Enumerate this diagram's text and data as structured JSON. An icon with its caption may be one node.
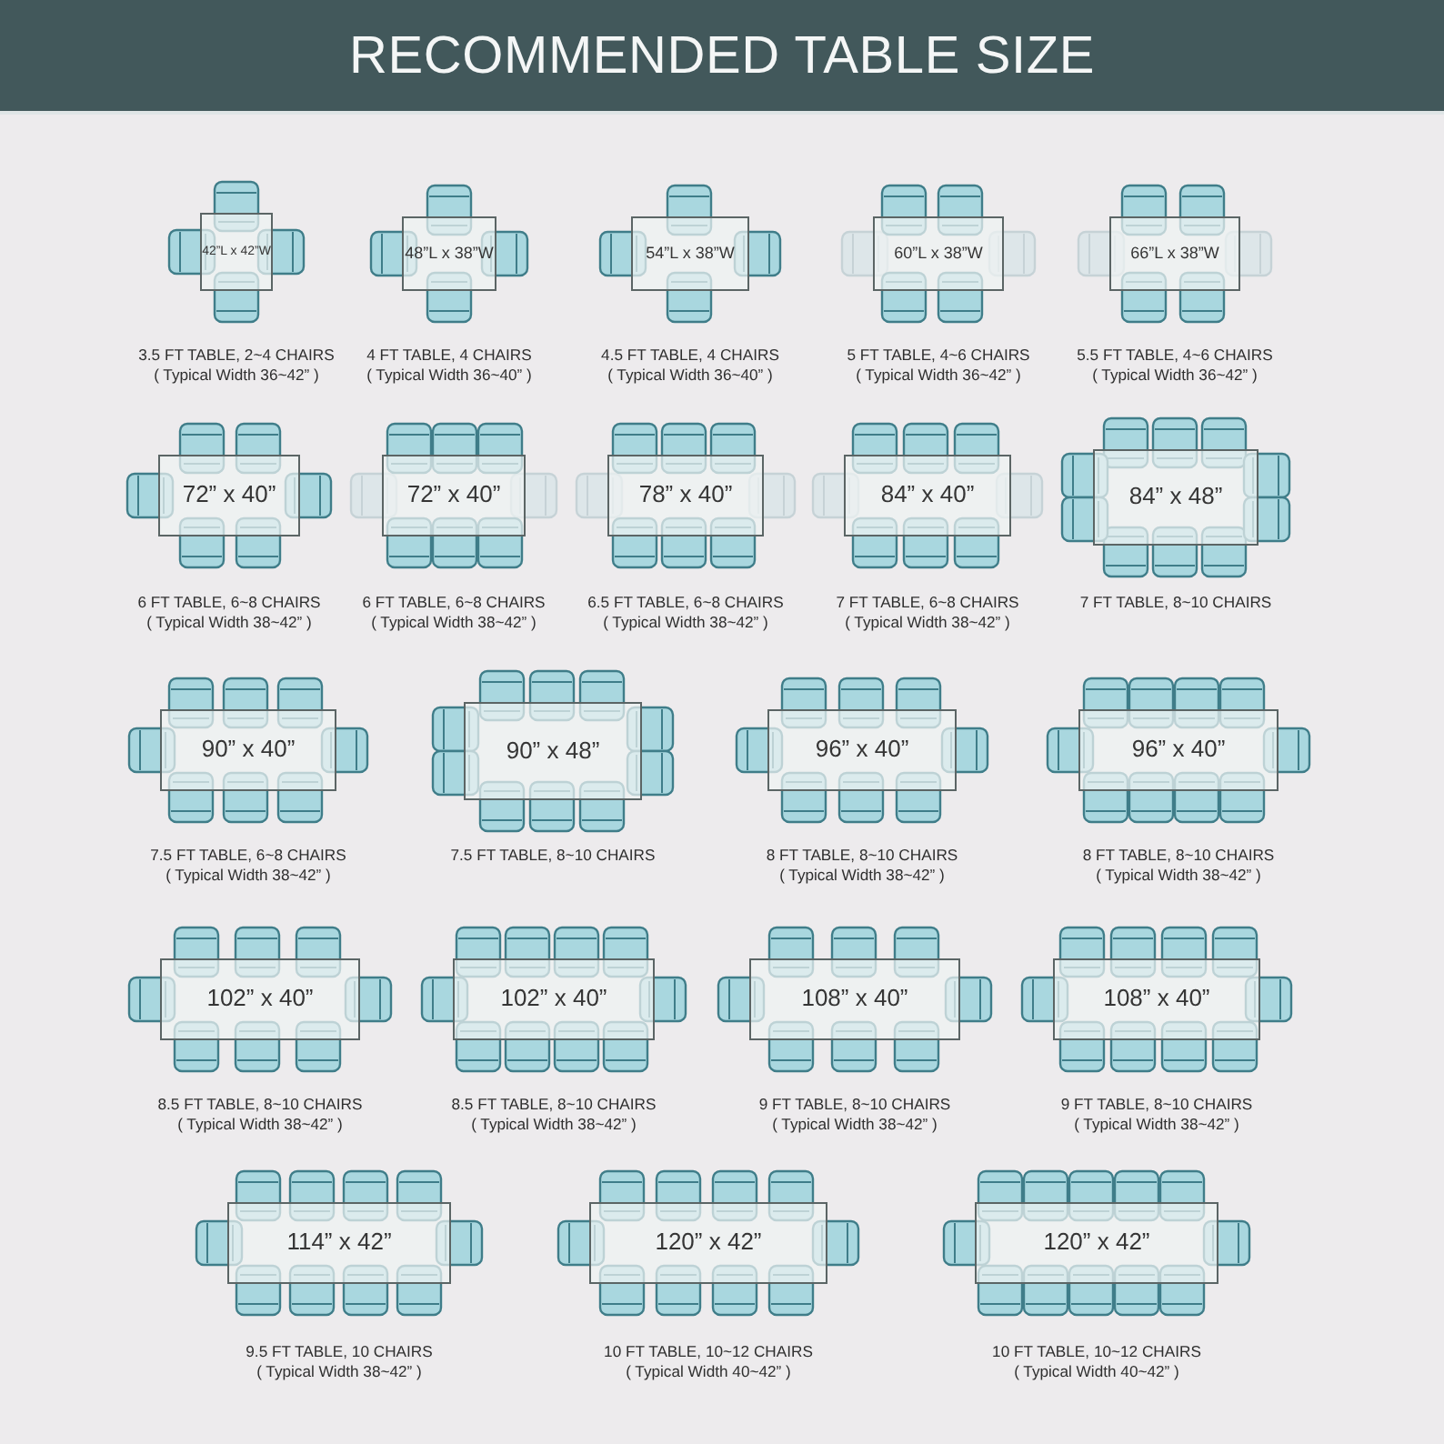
{
  "diagram": {
    "title": "RECOMMENDED TABLE SIZE",
    "nodes": [
      {
        "text": [
          "42”L x 42”W"
        ],
        "beside": [
          "3.5 FT TABLE, 2~4 CHAIRS",
          "( Typical Width 36~42” )"
        ]
      },
      {
        "text": [
          "48”L x 38”W"
        ],
        "beside": [
          "4 FT TABLE, 4 CHAIRS",
          "( Typical Width 36~40” )"
        ]
      },
      {
        "text": [
          "54”L x 38”W"
        ],
        "beside": [
          "4.5 FT TABLE, 4 CHAIRS",
          "( Typical Width 36~40” )"
        ]
      },
      {
        "text": [
          "60”L x 38”W"
        ],
        "beside": [
          "5 FT TABLE, 4~6 CHAIRS",
          "( Typical Width 36~42” )"
        ]
      },
      {
        "text": [
          "66”L x 38”W"
        ],
        "beside": [
          "5.5 FT TABLE, 4~6 CHAIRS",
          "( Typical Width 36~42” )"
        ]
      },
      {
        "text": [
          "72” x 40”"
        ],
        "beside": [
          "6 FT TABLE, 6~8 CHAIRS",
          "( Typical Width 38~42” )"
        ]
      },
      {
        "text": [
          "72” x 40”"
        ],
        "beside": [
          "6 FT TABLE, 6~8 CHAIRS",
          "( Typical Width 38~42” )"
        ]
      },
      {
        "text": [
          "78” x 40”"
        ],
        "beside": [
          "6.5 FT TABLE, 6~8 CHAIRS",
          "( Typical Width 38~42” )"
        ]
      },
      {
        "text": [
          "84” x 40”"
        ],
        "beside": [
          "7 FT TABLE, 6~8 CHAIRS",
          "( Typical Width 38~42” )"
        ]
      },
      {
        "text": [
          "84” x 48”"
        ],
        "beside": [
          "7 FT TABLE, 8~10 CHAIRS"
        ]
      },
      {
        "text": [
          "90” x 40”"
        ],
        "beside": [
          "7.5 FT TABLE, 6~8 CHAIRS",
          "( Typical Width 38~42” )"
        ]
      },
      {
        "text": [
          "90” x 48”"
        ],
        "beside": [
          "7.5 FT TABLE, 8~10 CHAIRS"
        ]
      },
      {
        "text": [
          "96” x 40”"
        ],
        "beside": [
          "8 FT TABLE, 8~10 CHAIRS",
          "( Typical Width 38~42” )"
        ]
      },
      {
        "text": [
          "96” x 40”"
        ],
        "beside": [
          "8 FT TABLE, 8~10 CHAIRS",
          "( Typical Width 38~42” )"
        ]
      },
      {
        "text": [
          "102” x 40”"
        ],
        "beside": [
          "8.5 FT TABLE, 8~10 CHAIRS",
          "( Typical Width 38~42” )"
        ]
      },
      {
        "text": [
          "102” x 40”"
        ],
        "beside": [
          "8.5 FT TABLE, 8~10 CHAIRS",
          "( Typical Width 38~42” )"
        ]
      },
      {
        "text": [
          "108” x 40”"
        ],
        "beside": [
          "9 FT TABLE, 8~10 CHAIRS",
          "( Typical Width 38~42” )"
        ]
      },
      {
        "text": [
          "108” x 40”"
        ],
        "beside": [
          "9 FT TABLE, 8~10 CHAIRS",
          "( Typical Width 38~42” )"
        ]
      },
      {
        "text": [
          "114” x 42”"
        ],
        "beside": [
          "9.5 FT TABLE, 10 CHAIRS",
          "( Typical Width 38~42” )"
        ]
      },
      {
        "text": [
          "120” x 42”"
        ],
        "beside": [
          "10 FT TABLE, 10~12 CHAIRS",
          "( Typical Width 40~42” )"
        ]
      },
      {
        "text": [
          "120” x 42”"
        ],
        "beside": [
          "10 FT TABLE, 10~12 CHAIRS",
          "( Typical Width 40~42” )"
        ]
      }
    ]
  }
}
